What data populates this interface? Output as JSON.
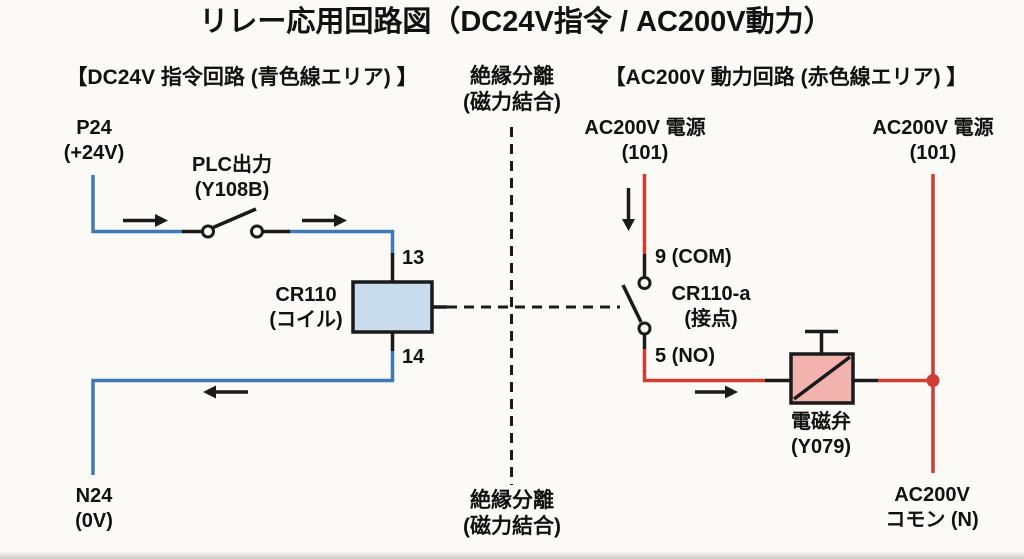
{
  "title": "リレー応用回路図（DC24V指令 / AC200V動力）",
  "colors": {
    "bg": "#fbfaf7",
    "text": "#111111",
    "blue": "#3f7ab8",
    "red": "#d23b31",
    "wire-black": "#1a1a1a",
    "coil-fill": "#c9ddee",
    "valve-fill": "#f2b3ae"
  },
  "sections": {
    "dc_header": "【DC24V 指令回路 (青色線エリア) 】",
    "ac_header": "【AC200V 動力回路 (赤色線エリア) 】",
    "isolation_top": {
      "line1": "絶縁分離",
      "line2": "(磁力結合)"
    },
    "isolation_bottom": {
      "line1": "絶縁分離",
      "line2": "(磁力結合)"
    }
  },
  "dc_circuit": {
    "p24": {
      "line1": "P24",
      "line2": "(+24V)"
    },
    "n24": {
      "line1": "N24",
      "line2": "(0V)"
    },
    "plc_output": {
      "line1": "PLC出力",
      "line2": "(Y108B)"
    },
    "coil": {
      "line1": "CR110",
      "line2": "(コイル)"
    },
    "terminal_13": "13",
    "terminal_14": "14"
  },
  "ac_circuit": {
    "source_left": {
      "line1": "AC200V 電源",
      "line2": "(101)"
    },
    "source_right": {
      "line1": "AC200V 電源",
      "line2": "(101)"
    },
    "contact": {
      "line1": "CR110-a",
      "line2": "(接点)"
    },
    "terminal_9": "9 (COM)",
    "terminal_5": "5 (NO)",
    "valve": {
      "line1": "電磁弁",
      "line2": "(Y079)"
    },
    "common": {
      "line1": "AC200V",
      "line2": "コモン (N)"
    }
  }
}
